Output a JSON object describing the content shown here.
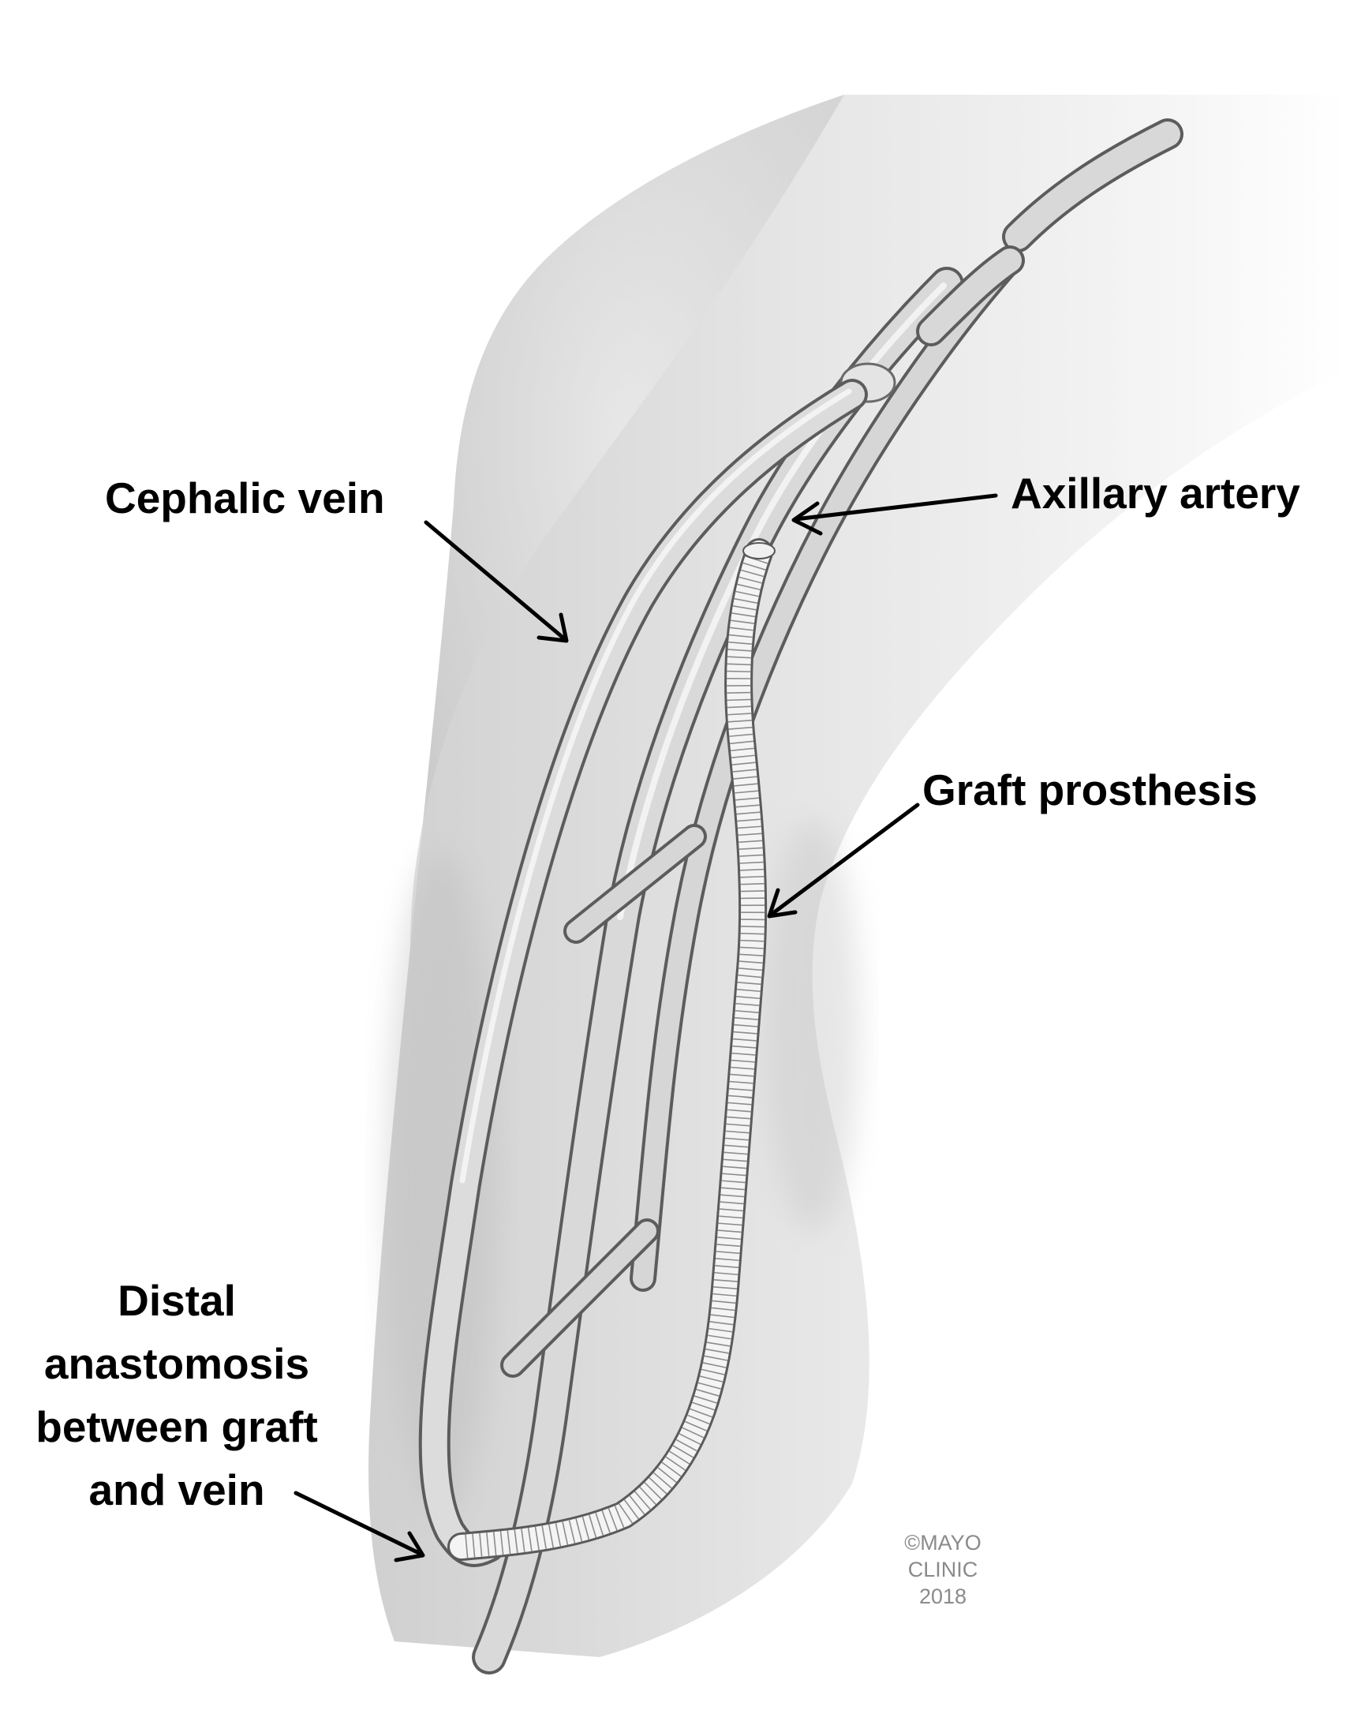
{
  "labels": {
    "cephalic_vein": "Cephalic vein",
    "axillary_artery": "Axillary artery",
    "graft_prosthesis": "Graft prosthesis",
    "distal_anastomosis": [
      "Distal",
      "anastomosis",
      "between graft",
      "and vein"
    ]
  },
  "copyright": [
    "©MAYO",
    "CLINIC",
    "2018"
  ],
  "colors": {
    "label_text": "#000000",
    "vessel_stroke": "#6a6a6a",
    "vessel_fill": "#d4d4d4",
    "graft_fill": "#f4f4f4",
    "arm_shade": "#c8c8c8"
  }
}
